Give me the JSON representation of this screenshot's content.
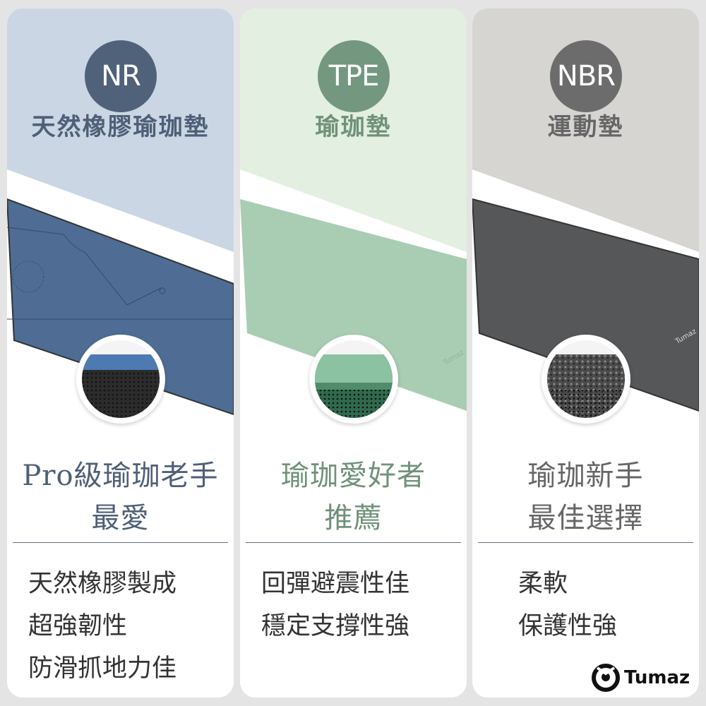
{
  "cards": [
    {
      "badge": "NR",
      "title": "天然橡膠瑜珈墊",
      "headline": [
        "Pro級瑜珈老手",
        "最愛"
      ],
      "features": [
        "天然橡膠製成",
        "超強韌性",
        "防滑抓地力佳"
      ],
      "colors": {
        "bg": "#cad6e3",
        "badge": "#50627a",
        "title": "#4e5f77",
        "mat": "#4f6d94",
        "headline": "#4e5f77"
      }
    },
    {
      "badge": "TPE",
      "title": "瑜珈墊",
      "headline": [
        "瑜珈愛好者",
        "推薦"
      ],
      "features": [
        "回彈避震性佳",
        "穩定支撐性強"
      ],
      "mat_logo": "Tumaz",
      "colors": {
        "bg": "#e3efe0",
        "badge": "#74977f",
        "title": "#6f9279",
        "mat": "#a9cdb3",
        "headline": "#6f9279"
      }
    },
    {
      "badge": "NBR",
      "title": "運動墊",
      "headline": [
        "瑜珈新手",
        "最佳選擇"
      ],
      "features": [
        "柔軟",
        "保護性強"
      ],
      "mat_logo": "Tumaz",
      "colors": {
        "bg": "#d6d5d2",
        "badge": "#6c6c6c",
        "title": "#666",
        "mat": "#555758",
        "headline": "#666"
      }
    }
  ],
  "brand": {
    "name": "Tumaz",
    "logo_icon": "bear-icon"
  }
}
